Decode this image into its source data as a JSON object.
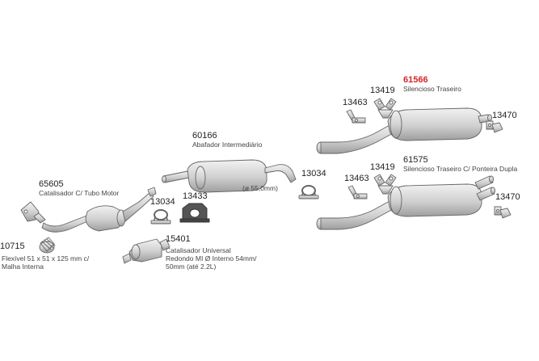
{
  "colors": {
    "highlight": "#d0262b",
    "outline": "#6b6b6b",
    "fill": "#d6d6d6",
    "text": "#333333"
  },
  "parts": [
    {
      "id": "p10715",
      "code": "10715",
      "desc_lines": [
        "Flexível 51 x 51 x 125 mm c/",
        "Malha Interna"
      ],
      "icon": "flex-pipe-icon"
    },
    {
      "id": "p65605",
      "code": "65605",
      "desc_lines": [
        "Catalisador C/ Tubo Motor"
      ],
      "icon": "catalytic-converter-icon"
    },
    {
      "id": "p13034a",
      "code": "13034",
      "desc_lines": [],
      "icon": "clamp-icon"
    },
    {
      "id": "p13433",
      "code": "13433",
      "desc_lines": [],
      "icon": "rubber-mount-icon"
    },
    {
      "id": "p60166",
      "code": "60166",
      "desc_lines": [
        "Abafador Intermediário"
      ],
      "icon": "intermediate-muffler-icon",
      "note": "(ø 55,0mm)"
    },
    {
      "id": "p15401",
      "code": "15401",
      "desc_lines": [
        "Catalisador Universal",
        "Redondo MI Ø Interno 54mm/",
        "50mm (até 2.2L)"
      ],
      "icon": "universal-catalyst-icon"
    },
    {
      "id": "p13034b",
      "code": "13034",
      "desc_lines": [],
      "icon": "clamp-icon"
    },
    {
      "id": "p61566",
      "code": "61566",
      "desc_lines": [
        "Silencioso Traseiro"
      ],
      "icon": "rear-muffler-icon",
      "highlight": true
    },
    {
      "id": "p13419a",
      "code": "13419",
      "desc_lines": [],
      "icon": "hanger-icon"
    },
    {
      "id": "p13463a",
      "code": "13463",
      "desc_lines": [],
      "icon": "bracket-icon"
    },
    {
      "id": "p13470a",
      "code": "13470",
      "desc_lines": [],
      "icon": "bracket-icon"
    },
    {
      "id": "p61575",
      "code": "61575",
      "desc_lines": [
        "Silencioso Traseiro C/ Ponteira Dupla"
      ],
      "icon": "rear-muffler-dual-tip-icon"
    },
    {
      "id": "p13419b",
      "code": "13419",
      "desc_lines": [],
      "icon": "hanger-icon"
    },
    {
      "id": "p13463b",
      "code": "13463",
      "desc_lines": [],
      "icon": "bracket-icon"
    },
    {
      "id": "p13470b",
      "code": "13470",
      "desc_lines": [],
      "icon": "bracket-icon"
    }
  ]
}
